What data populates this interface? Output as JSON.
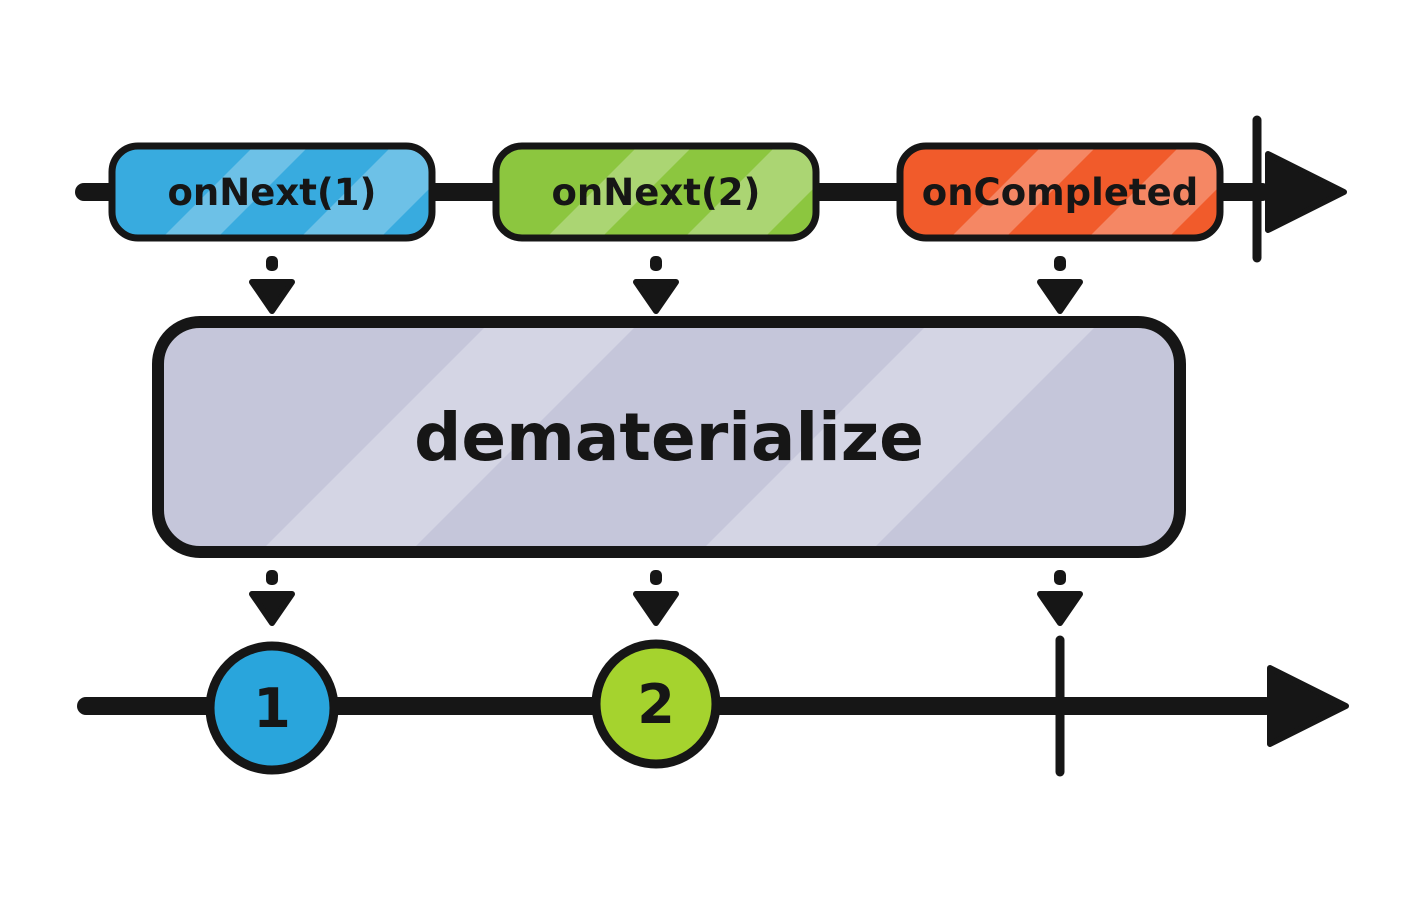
{
  "colors": {
    "background": "#ffffff",
    "stroke": "#161616",
    "next_blue": "#38abdf",
    "next_green": "#8cc63f",
    "complete_orange": "#f15b2b",
    "marble_blue": "#29a5dc",
    "marble_green": "#a5d32e",
    "operator_box": "#c5c6da"
  },
  "source_timeline": {
    "events": [
      {
        "label": "onNext(1)",
        "type": "next"
      },
      {
        "label": "onNext(2)",
        "type": "next"
      },
      {
        "label": "onCompleted",
        "type": "complete"
      }
    ],
    "has_completion_tick": true
  },
  "operator": {
    "label": "dematerialize"
  },
  "output_timeline": {
    "marbles": [
      {
        "label": "1"
      },
      {
        "label": "2"
      }
    ],
    "has_completion_tick": true
  }
}
